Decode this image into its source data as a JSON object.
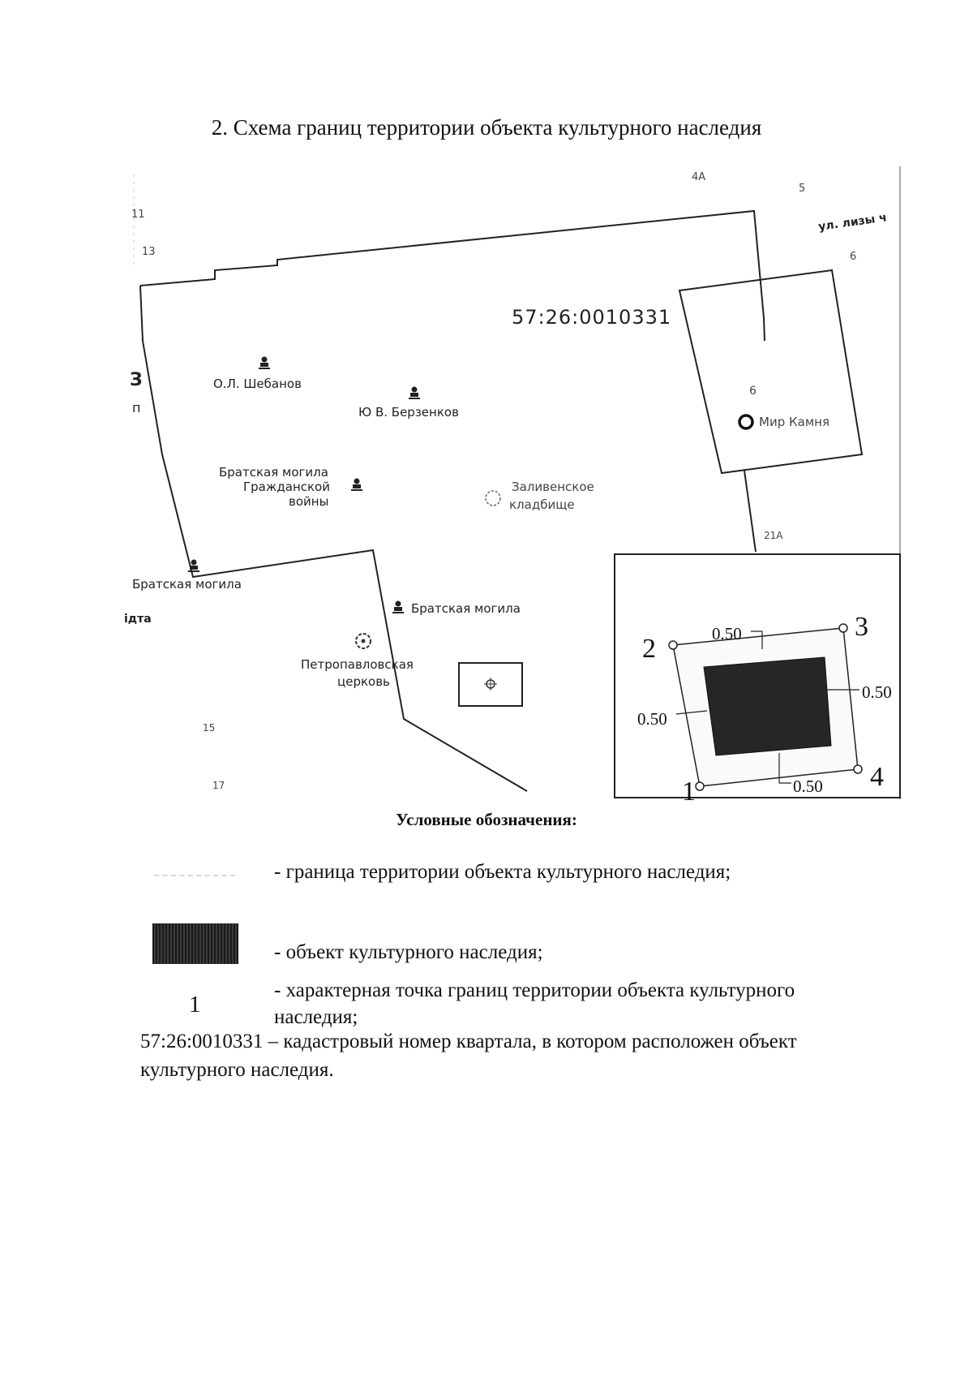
{
  "title": "2. Схема границ территории объекта культурного наследия",
  "map": {
    "cadastral_number": "57:26:0010331",
    "street": "ул. лизы ч",
    "house_numbers": [
      "4А",
      "5",
      "11",
      "13",
      "6",
      "6",
      "21А",
      "15",
      "17"
    ],
    "edge_labels": [
      "З",
      "п",
      "ідта"
    ],
    "places": {
      "shebanov": "О.Л. Шебанов",
      "berzenkov": "Ю В. Берзенков",
      "mass_grave_civil_l1": "Братская могила",
      "mass_grave_civil_l2": "Гражданской",
      "mass_grave_civil_l3": "войны",
      "cemetery_l1": "Заливенское",
      "cemetery_l2": "кладбище",
      "mass_grave_left": "Братская могила",
      "mass_grave": "Братская могила",
      "church_l1": "Петропавловская",
      "church_l2": "церковь",
      "mir_kamnya": "Мир Камня"
    },
    "inset": {
      "points": [
        "1",
        "2",
        "3",
        "4"
      ],
      "dimensions": [
        "0.50",
        "0.50",
        "0.50",
        "0.50"
      ]
    }
  },
  "legend": {
    "title": "Условные обозначения:",
    "items": {
      "boundary": "- граница территории объекта культурного наследия;",
      "object": "- объект культурного наследия;",
      "point_symbol": "1",
      "point_line1": "- характерная точка границ территории объекта культурного",
      "point_line2": "наследия;"
    },
    "cadastral_note_line1": "57:26:0010331 – кадастровый номер квартала, в котором расположен объект",
    "cadastral_note_line2": "культурного наследия."
  },
  "colors": {
    "ink": "#111111",
    "map_line": "#222222",
    "object_fill": "#262626"
  },
  "icons": [
    "grave-icon",
    "church-icon",
    "cemetery-icon",
    "place-ring-icon",
    "survey-point-icon"
  ]
}
